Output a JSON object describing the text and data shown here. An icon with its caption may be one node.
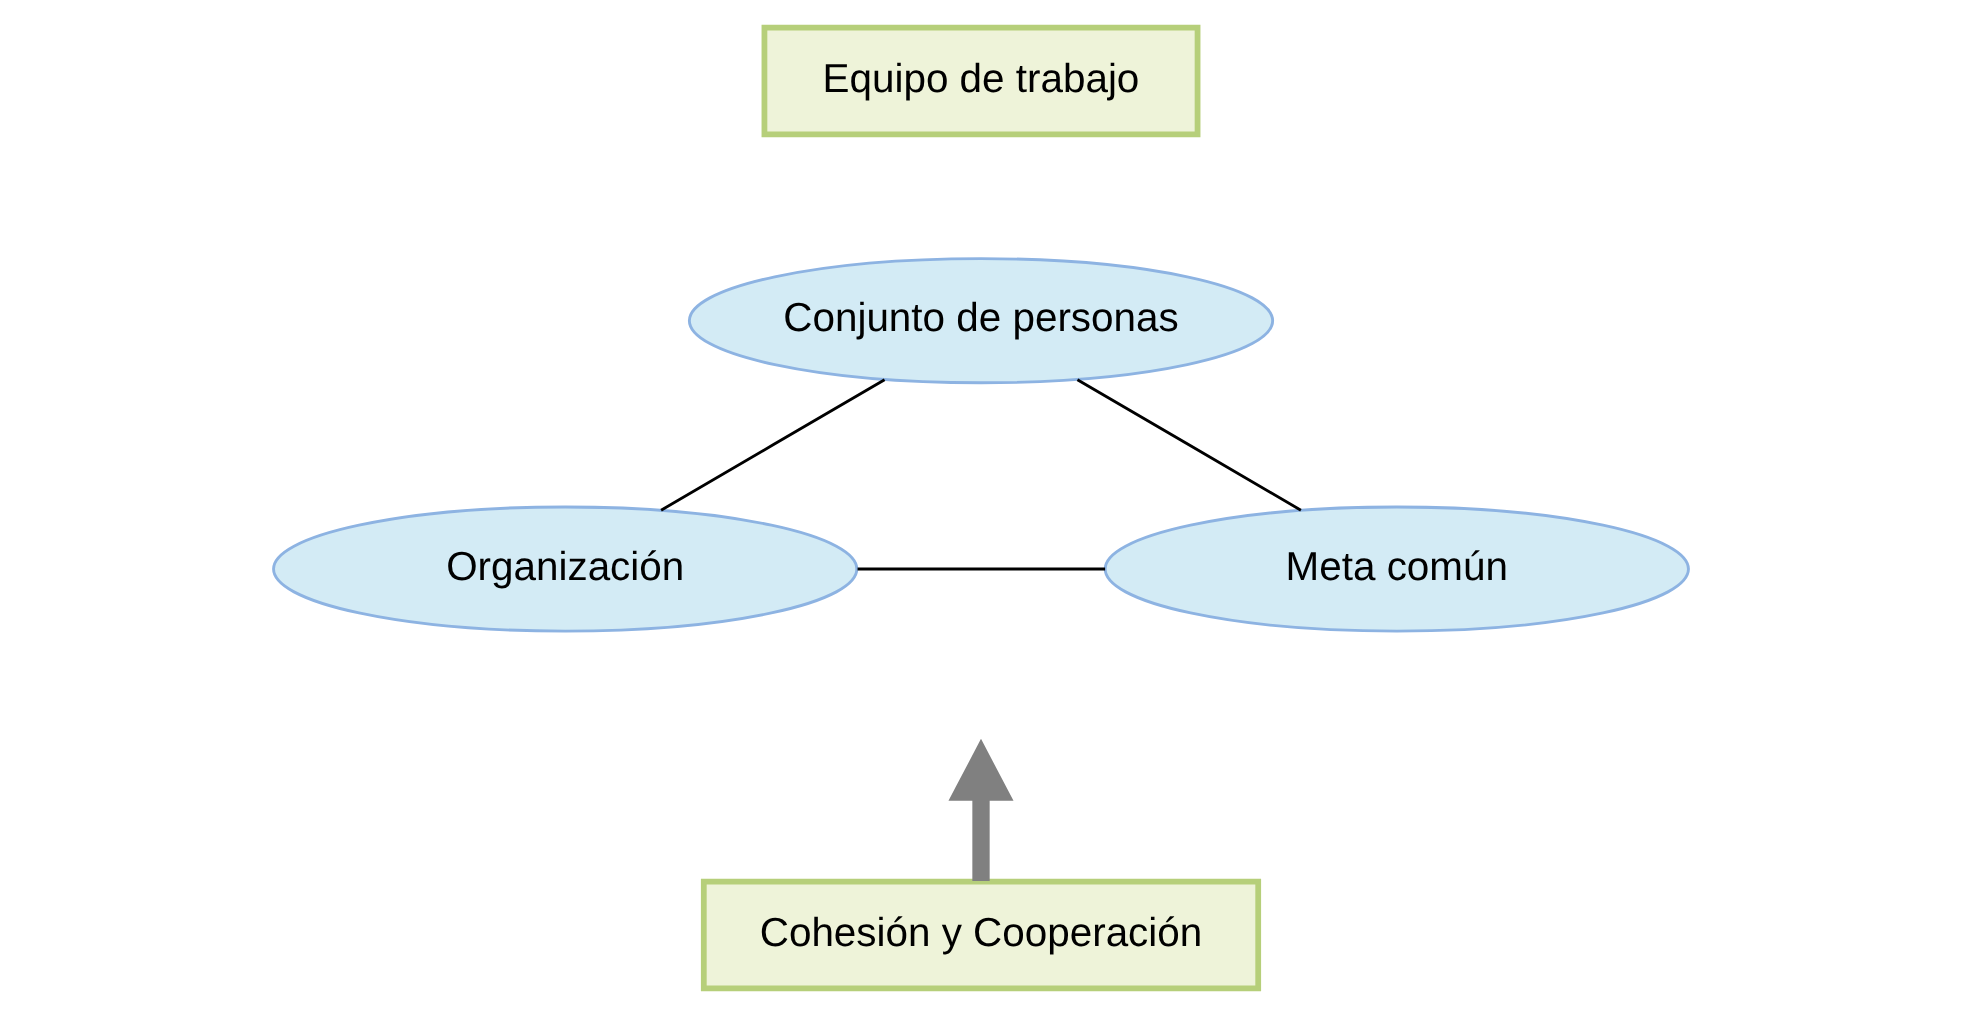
{
  "diagram": {
    "nodes": [
      {
        "text": [
          "Equipo de trabajo"
        ]
      },
      {
        "text": [
          "Conjunto de personas"
        ]
      },
      {
        "text": [
          "Organización"
        ]
      },
      {
        "text": [
          "Meta común"
        ]
      },
      {
        "text": [
          "Cohesión y Cooperación"
        ]
      }
    ],
    "edges": [
      {
        "from": 1,
        "to": 2,
        "arrow": "none"
      },
      {
        "from": 1,
        "to": 3,
        "arrow": "none"
      },
      {
        "from": 2,
        "to": 3,
        "arrow": "none"
      },
      {
        "from": 4,
        "to": null,
        "arrow": "to",
        "style": "thick",
        "color": "#808080"
      }
    ]
  }
}
